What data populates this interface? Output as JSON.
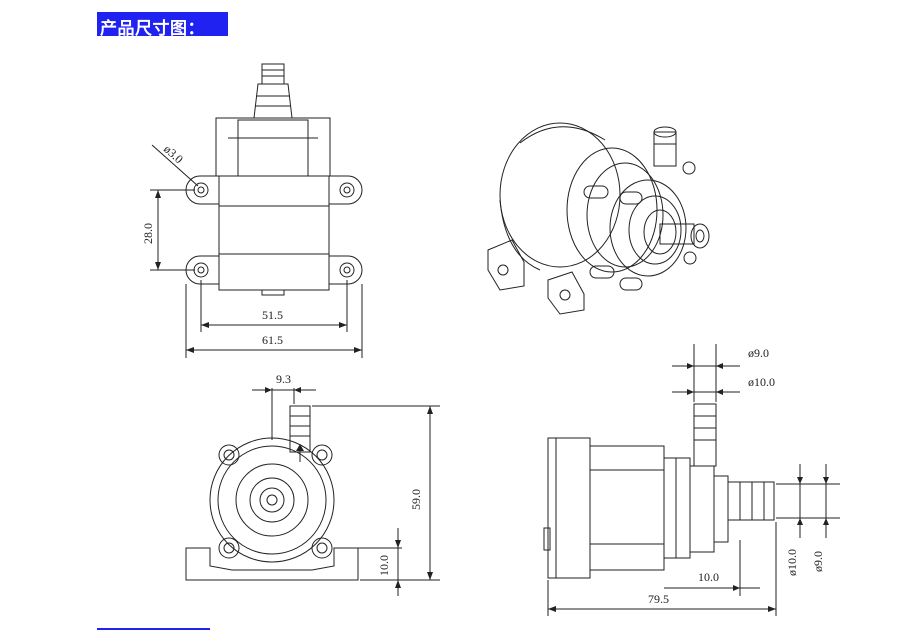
{
  "header": {
    "title": "产品尺寸图："
  },
  "dimensions": {
    "front_hole_diameter": "ø3.0",
    "front_hole_spacing": "28.0",
    "front_inner_width": "51.5",
    "front_outer_width": "61.5",
    "bottom_offset": "9.3",
    "bottom_height": "59.0",
    "bottom_base_height": "10.0",
    "side_outlet_inner": "ø9.0",
    "side_outlet_outer": "ø10.0",
    "side_inlet_outer": "ø10.0",
    "side_inlet_inner": "ø9.0",
    "side_offset": "10.0",
    "side_length": "79.5"
  },
  "colors": {
    "title_bg": "#1f22f0",
    "title_fg": "#ffffff",
    "line": "#222222"
  }
}
